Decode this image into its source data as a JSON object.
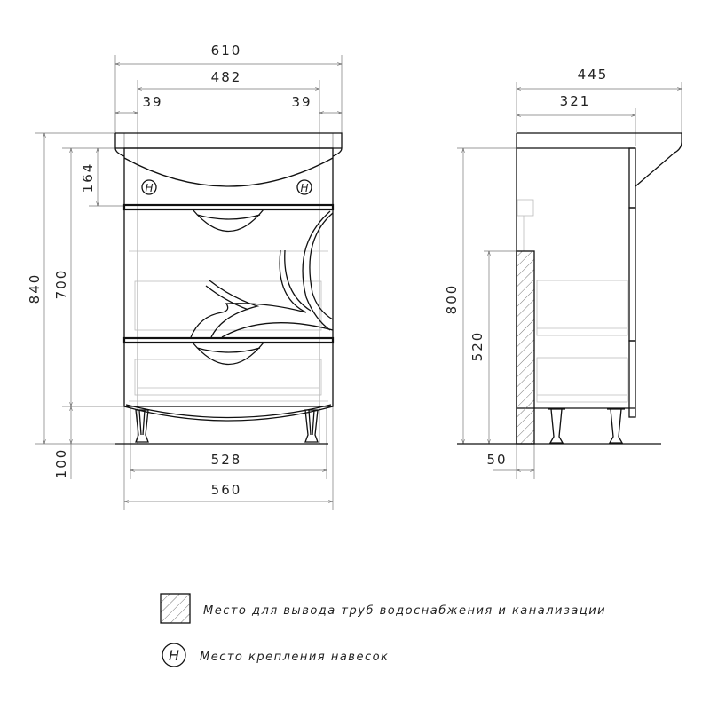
{
  "front_view": {
    "dims": {
      "overall_width": "610",
      "inner_width": "482",
      "left_offset": "39",
      "right_offset": "39",
      "overall_height": "840",
      "cabinet_height": "700",
      "top_band_height": "164",
      "leg_height": "100",
      "base_width": "528",
      "body_width": "560"
    },
    "hanger_mark": "H"
  },
  "side_view": {
    "dims": {
      "overall_depth": "445",
      "body_depth": "321",
      "height": "800",
      "pipe_zone_height": "520",
      "pipe_zone_depth": "50"
    }
  },
  "legend": {
    "pipe_zone_label": "Место для вывода труб водоснабжения и канализации",
    "hanger_symbol": "H",
    "hanger_label": "Место крепления навесок"
  }
}
